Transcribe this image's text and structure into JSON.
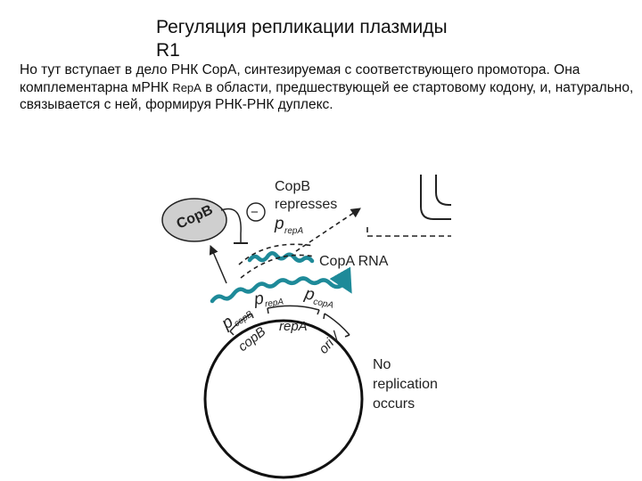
{
  "slide": {
    "title_line1": "Регуляция репликации плазмиды",
    "title_line2": "R1",
    "body_before": "Но тут вступает в дело РНК CopA, синтезируемая с соответствующего промотора. Она комплементарна мРНК ",
    "body_repa": "RepA",
    "body_after": " в области, предшествующей ее стартовому кодону, и, натурально, связывается с ней, формируя РНК-РНК дуплекс."
  },
  "diagram": {
    "copb_protein": "CopB",
    "minus_sign": "−",
    "represses_line1": "CopB",
    "represses_line2": "represses",
    "promoter_p": "p",
    "repa_sub": "repA",
    "copa_rna": "CopA RNA",
    "p_copb_main": "p",
    "p_copb_sub": "copB",
    "p_repa_main": "p",
    "p_repa_sub": "repA",
    "p_copa_main": "p",
    "p_copa_sub": "copA",
    "gene_copb": "copB",
    "gene_repa": "repA",
    "gene_oriv": "oriV",
    "no_rep_1": "No",
    "no_rep_2": "replication",
    "no_rep_3": "occurs",
    "colors": {
      "rna_teal": "#1e8a99",
      "protein_fill": "#cfcfcf",
      "ink": "#222222"
    }
  }
}
